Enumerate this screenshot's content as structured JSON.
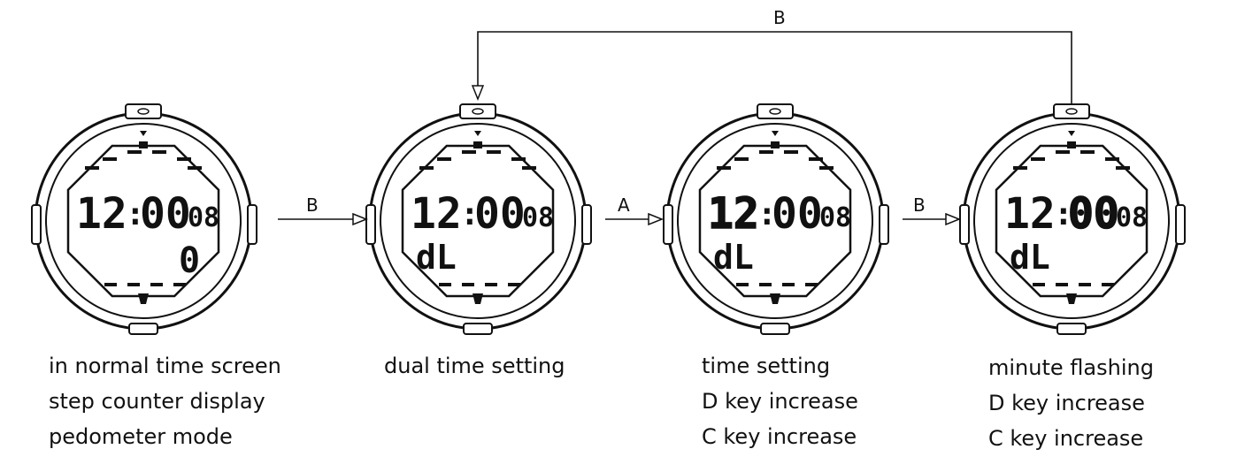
{
  "arrows": {
    "b_loop": "B",
    "b_1": "B",
    "a_1": "A",
    "b_2": "B"
  },
  "watches": [
    {
      "time_hours": "12",
      "time_minutes": "00",
      "seconds": "08",
      "sub": "0",
      "hour_style": "normal",
      "minute_style": "normal",
      "caption": [
        "in normal time screen",
        "step counter display",
        "pedometer mode"
      ]
    },
    {
      "time_hours": "12",
      "time_minutes": "00",
      "seconds": "08",
      "sub": "dL",
      "hour_style": "normal",
      "minute_style": "normal",
      "caption": [
        "dual time setting"
      ]
    },
    {
      "time_hours": "12",
      "time_minutes": "00",
      "seconds": "08",
      "sub": "dL",
      "hour_style": "flashing",
      "minute_style": "normal",
      "caption": [
        "time setting",
        "D key increase",
        "C key increase"
      ]
    },
    {
      "time_hours": "12",
      "time_minutes": "00",
      "seconds": "08",
      "sub": "dL",
      "hour_style": "normal",
      "minute_style": "flashing",
      "caption": [
        "minute flashing",
        "D key increase",
        "C key increase"
      ]
    }
  ]
}
